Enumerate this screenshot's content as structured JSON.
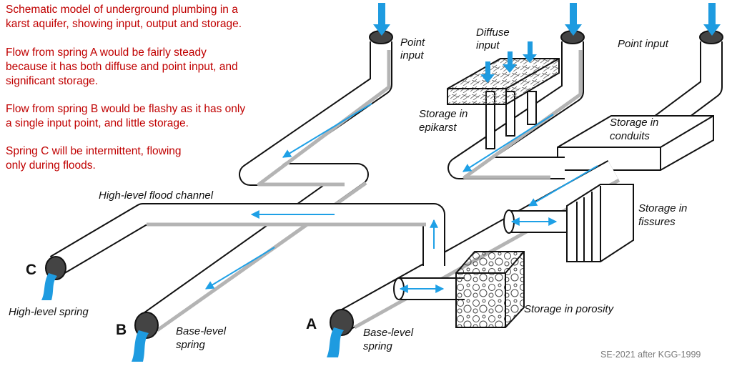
{
  "intro": {
    "lines": [
      "Schematic model of underground plumbing in a",
      "karst aquifer, showing input, output and storage.",
      "Flow from spring A would be fairly steady",
      "because it has both diffuse and point input, and",
      "significant storage.",
      "Flow from spring B would be flashy as it has only",
      "a single input point, and little storage.",
      "Spring C will be intermittent, flowing",
      "only during floods."
    ]
  },
  "labels": {
    "point_input_left": [
      "Point",
      "input"
    ],
    "diffuse_input": [
      "Diffuse",
      "input"
    ],
    "point_input_right": "Point input",
    "storage_epikarst": [
      "Storage in",
      "epikarst"
    ],
    "storage_conduits": [
      "Storage in",
      "conduits"
    ],
    "flood_channel": "High-level flood channel",
    "storage_fissures": [
      "Storage in",
      "fissures"
    ],
    "storage_porosity": "Storage in porosity",
    "high_level_spring": "High-level spring",
    "base_level_spring_b": [
      "Base-level",
      "spring"
    ],
    "base_level_spring_a": [
      "Base-level",
      "spring"
    ]
  },
  "springs": {
    "a": "A",
    "b": "B",
    "c": "C"
  },
  "credit": "SE-2021 after KGG-1999",
  "colors": {
    "text_red": "#c00000",
    "water_blue": "#1e9be0",
    "pipe_shadow": "#b4b4b4"
  }
}
